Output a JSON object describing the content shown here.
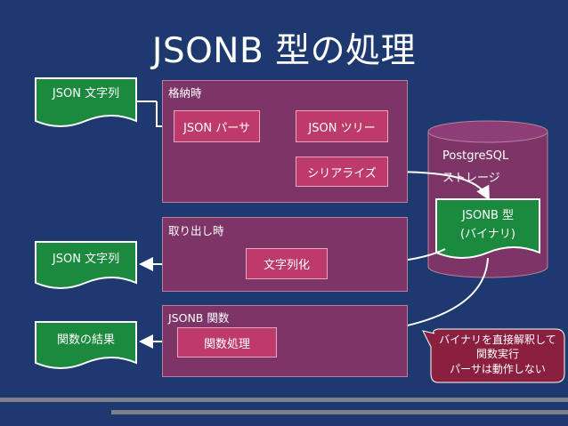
{
  "title": "JSONB 型の処理",
  "panels": {
    "store": {
      "label": "格納時"
    },
    "fetch": {
      "label": "取り出し時"
    },
    "func": {
      "label": "JSONB 関数"
    }
  },
  "boxes": {
    "parser": "JSON パーサ",
    "tree": "JSON ツリー",
    "serialize": "シリアライズ",
    "stringify": "文字列化",
    "funcproc": "関数処理"
  },
  "docs": {
    "json_in": "JSON 文字列",
    "json_out": "JSON 文字列",
    "func_result": "関数の結果",
    "jsonb_type_line1": "JSONB 型",
    "jsonb_type_line2": "(バイナリ)"
  },
  "storage": {
    "line1": "PostgreSQL",
    "line2": "ストレージ"
  },
  "callout": {
    "line1": "バイナリを直接解釈して",
    "line2": "関数実行",
    "line3": "パーサは動作しない"
  },
  "colors": {
    "background": "#1e3970",
    "panel": "#7d3467",
    "box": "#bd3a6b",
    "document": "#1b8a3e",
    "callout": "#8b1f3e"
  }
}
